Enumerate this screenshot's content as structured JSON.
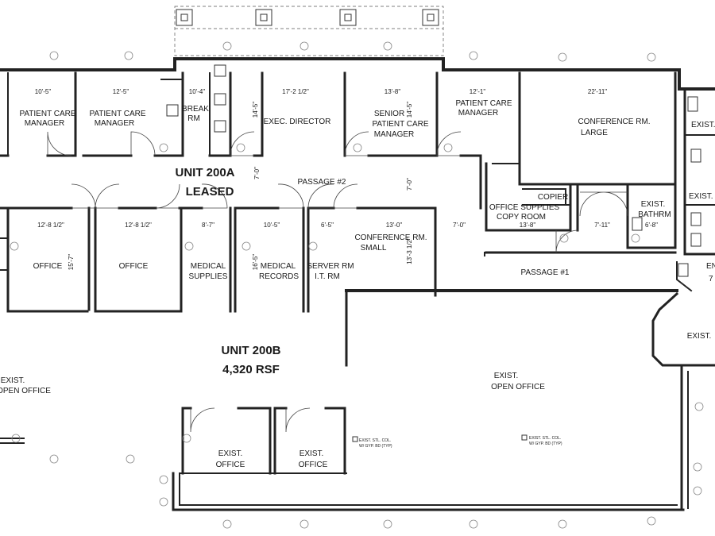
{
  "units": {
    "a_line1": "UNIT 200A",
    "a_line2": "LEASED",
    "b_line1": "UNIT 200B",
    "b_line2": "4,320 RSF"
  },
  "rooms": {
    "pcm1_l1": "PATIENT CARE",
    "pcm1_l2": "MANAGER",
    "pcm2_l1": "PATIENT CARE",
    "pcm2_l2": "MANAGER",
    "break_l1": "BREAK",
    "break_l2": "RM",
    "exec": "EXEC. DIRECTOR",
    "spcm_l1": "SENIOR",
    "spcm_l2": "PATIENT CARE",
    "spcm_l3": "MANAGER",
    "pcm3_l1": "PATIENT CARE",
    "pcm3_l2": "MANAGER",
    "conf_l1": "CONFERENCE RM.",
    "conf_l2": "LARGE",
    "exist_me": "EXIST. ME",
    "exist_w": "EXIST. W",
    "passage2": "PASSAGE #2",
    "office_supplies_l1": "OFFICE SUPPLIES",
    "office_supplies_l2": "COPY ROOM",
    "copier": "COPIER",
    "bath_l1": "EXIST.",
    "bath_l2": "BATHRM",
    "office1": "OFFICE",
    "office2": "OFFICE",
    "medsup_l1": "MEDICAL",
    "medsup_l2": "SUPPLIES",
    "medrec_l1": "MEDICAL",
    "medrec_l2": "RECORDS",
    "server_l1": "SERVER RM",
    "server_l2": "I.T. RM",
    "confsmall_l1": "CONFERENCE RM.",
    "confsmall_l2": "SMALL",
    "passage1": "PASSAGE #1",
    "en_l1": "EN",
    "en_l2": "7",
    "exist_right": "EXIST.",
    "open_left_l1": "EXIST.",
    "open_left_l2": "OPEN OFFICE",
    "open_main_l1": "EXIST.",
    "open_main_l2": "OPEN OFFICE",
    "exist_office1_l1": "EXIST.",
    "exist_office1_l2": "OFFICE",
    "exist_office2_l1": "EXIST.",
    "exist_office2_l2": "OFFICE"
  },
  "dimensions": {
    "d_10_5_top": "10'-5\"",
    "d_12_5": "12'-5\"",
    "d_10_4": "10'-4\"",
    "d_17_2": "17'-2 1/2\"",
    "d_13_8_top": "13'-8\"",
    "d_12_1": "12'-1\"",
    "d_22_11": "22'-11\"",
    "d_14_5_a": "14'-5\"",
    "d_14_5_b": "14'-5\"",
    "d_7_0_a": "7'-0\"",
    "d_7_0_b": "7'-0\"",
    "d_7_0_c": "7'-0\"",
    "d_12_8_a": "12'-8 1/2\"",
    "d_12_8_b": "12'-8 1/2\"",
    "d_8_7": "8'-7\"",
    "d_10_5_mid": "10'-5\"",
    "d_6_5": "6'-5\"",
    "d_13_0": "13'-0\"",
    "d_15_7": "15'-7\"",
    "d_16_5": "16'-5\"",
    "d_13_3": "13'-3 1/2\"",
    "d_13_8_mid": "13'-8\"",
    "d_7_11": "7'-11\"",
    "d_6_8": "6'-8\""
  },
  "notes": {
    "col1_l1": "EXIST. STL. COL.",
    "col1_l2": "W/ GYP. BD (TYP)",
    "col2_l1": "EXIST. STL. COL.",
    "col2_l2": "W/ GYP. BD (TYP)"
  }
}
